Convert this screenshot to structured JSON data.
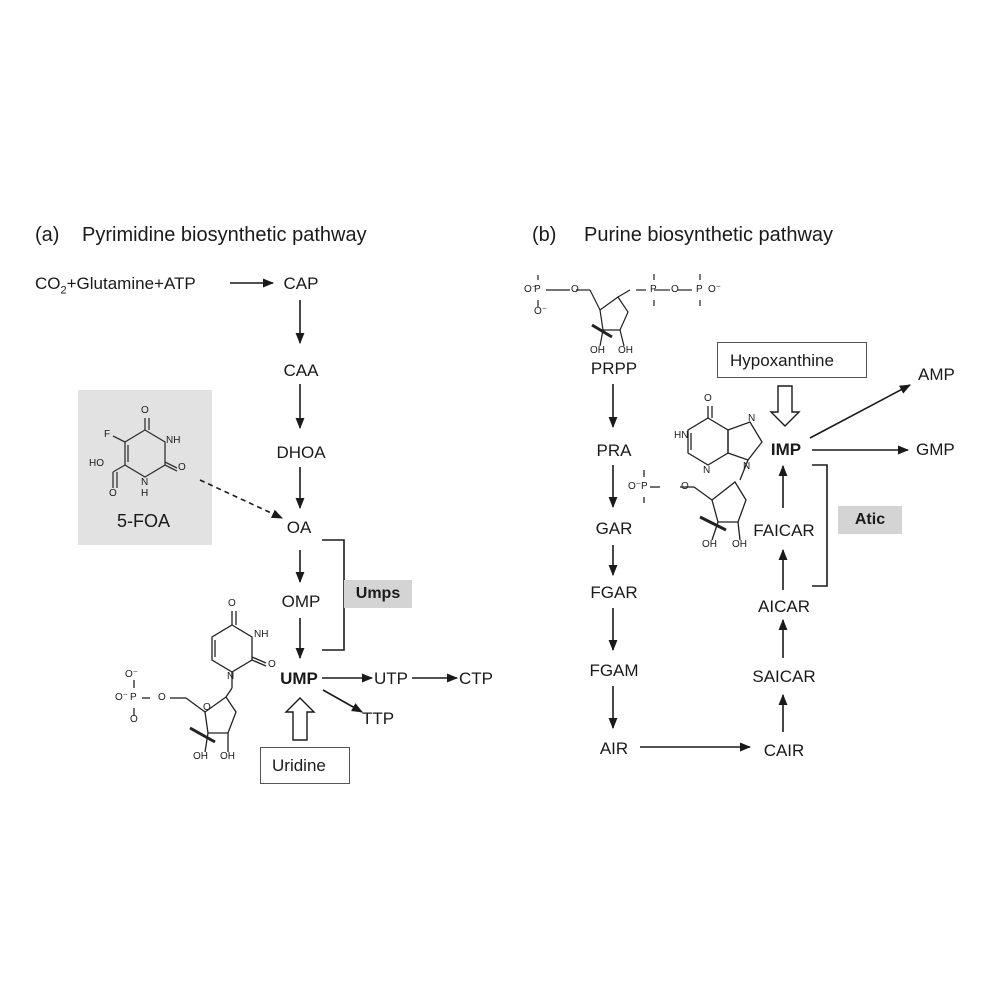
{
  "panel_a": {
    "label": "(a)",
    "title": "Pyrimidine biosynthetic pathway",
    "co2_base": "CO",
    "co2_sub": "2",
    "co2_rest": "+Glutamine+ATP",
    "nodes": {
      "cap": "CAP",
      "caa": "CAA",
      "dhoa": "DHOA",
      "oa": "OA",
      "omp": "OMP",
      "ump": "UMP",
      "utp": "UTP",
      "ctp": "CTP",
      "ttp": "TTP"
    },
    "enzyme": "Umps",
    "inhibitor": "5-FOA",
    "supplement": "Uridine",
    "ump_structure_labels": {
      "o_top": "O",
      "nh": "NH",
      "o_right": "O",
      "n": "N",
      "o_minus1": "O⁻",
      "p": "P",
      "o_ester": "O",
      "o_minus2": "O⁻",
      "ring_o": "O",
      "oh1": "OH",
      "oh2": "OH",
      "o_side": "O"
    },
    "foa_structure_labels": {
      "o_top": "O",
      "f": "F",
      "nh_top": "NH",
      "ho": "HO",
      "o_right": "O",
      "nh_bottom": "N",
      "h_bottom": "H",
      "o_bottom": "O"
    }
  },
  "panel_b": {
    "label": "(b)",
    "title": "Purine biosynthetic pathway",
    "nodes": {
      "prpp": "PRPP",
      "pra": "PRA",
      "gar": "GAR",
      "fgar": "FGAR",
      "fgam": "FGAM",
      "air": "AIR",
      "cair": "CAIR",
      "saicar": "SAICAR",
      "aicar": "AICAR",
      "faicar": "FAICAR",
      "imp": "IMP",
      "amp": "AMP",
      "gmp": "GMP"
    },
    "enzyme": "Atic",
    "supplement": "Hypoxanthine",
    "prpp_structure_labels": {
      "o1": "O⁻",
      "p1": "P",
      "o2": "O",
      "o3": "O⁻",
      "p2": "P",
      "o4": "O",
      "p3": "P",
      "o5": "O⁻",
      "oh1": "OH",
      "oh2": "OH"
    },
    "imp_structure_labels": {
      "o_top": "O",
      "hn": "HN",
      "n1": "N",
      "n2": "N",
      "n3": "N",
      "o_minus": "O⁻",
      "p": "P",
      "o_ester": "O",
      "oh1": "OH",
      "oh2": "OH"
    }
  }
}
